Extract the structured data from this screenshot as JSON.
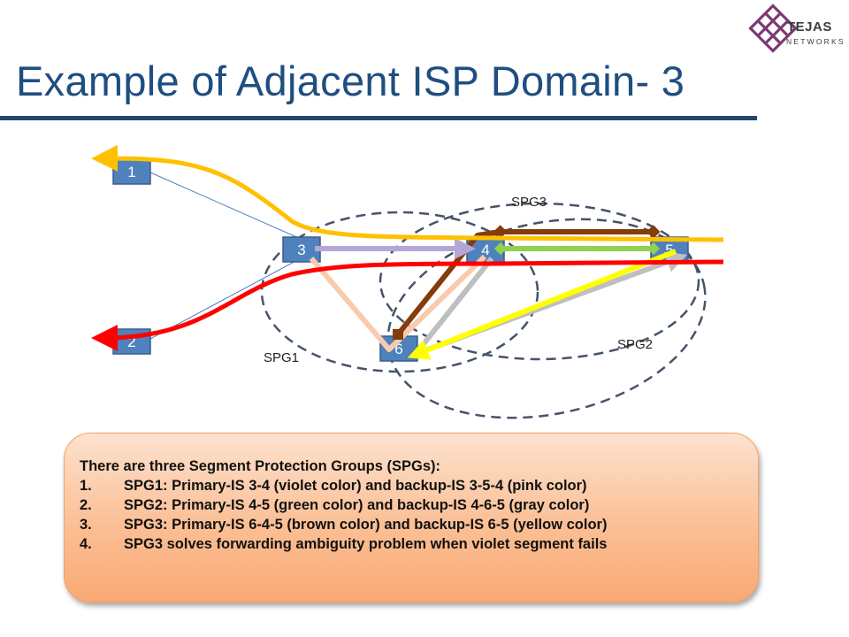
{
  "logo": {
    "name": "TEJAS",
    "subtitle": "NETWORKS",
    "icon": "tejas-knot-icon",
    "color": "#7b3a73"
  },
  "title": "Example of Adjacent ISP Domain- 3",
  "colors": {
    "title": "#1f4e80",
    "node": "#4f81bd",
    "violet": "#b4a7d6",
    "pink": "#f8cbad",
    "green": "#92d050",
    "gray": "#bfbfbf",
    "brown": "#843c0c",
    "yellow": "#ffff00",
    "orange_path": "#ffc000",
    "red_path": "#ff0000",
    "spg_ellipse": "#44546a"
  },
  "nodes": [
    "1",
    "2",
    "3",
    "4",
    "5",
    "6"
  ],
  "spg_labels": {
    "spg1": "SPG1",
    "spg2": "SPG2",
    "spg3": "SPG3"
  },
  "info": {
    "heading": "There are three Segment Protection Groups (SPGs):",
    "items": [
      {
        "num": "1.",
        "text": "SPG1: Primary-IS 3-4 (violet color) and backup-IS 3-5-4 (pink color)"
      },
      {
        "num": "2.",
        "text": "SPG2: Primary-IS 4-5 (green color) and backup-IS 4-6-5 (gray color)"
      },
      {
        "num": "3.",
        "text": "SPG3: Primary-IS 6-4-5 (brown color) and backup-IS 6-5 (yellow color)"
      },
      {
        "num": "4.",
        "text": "SPG3 solves forwarding ambiguity problem when violet segment fails"
      }
    ]
  }
}
